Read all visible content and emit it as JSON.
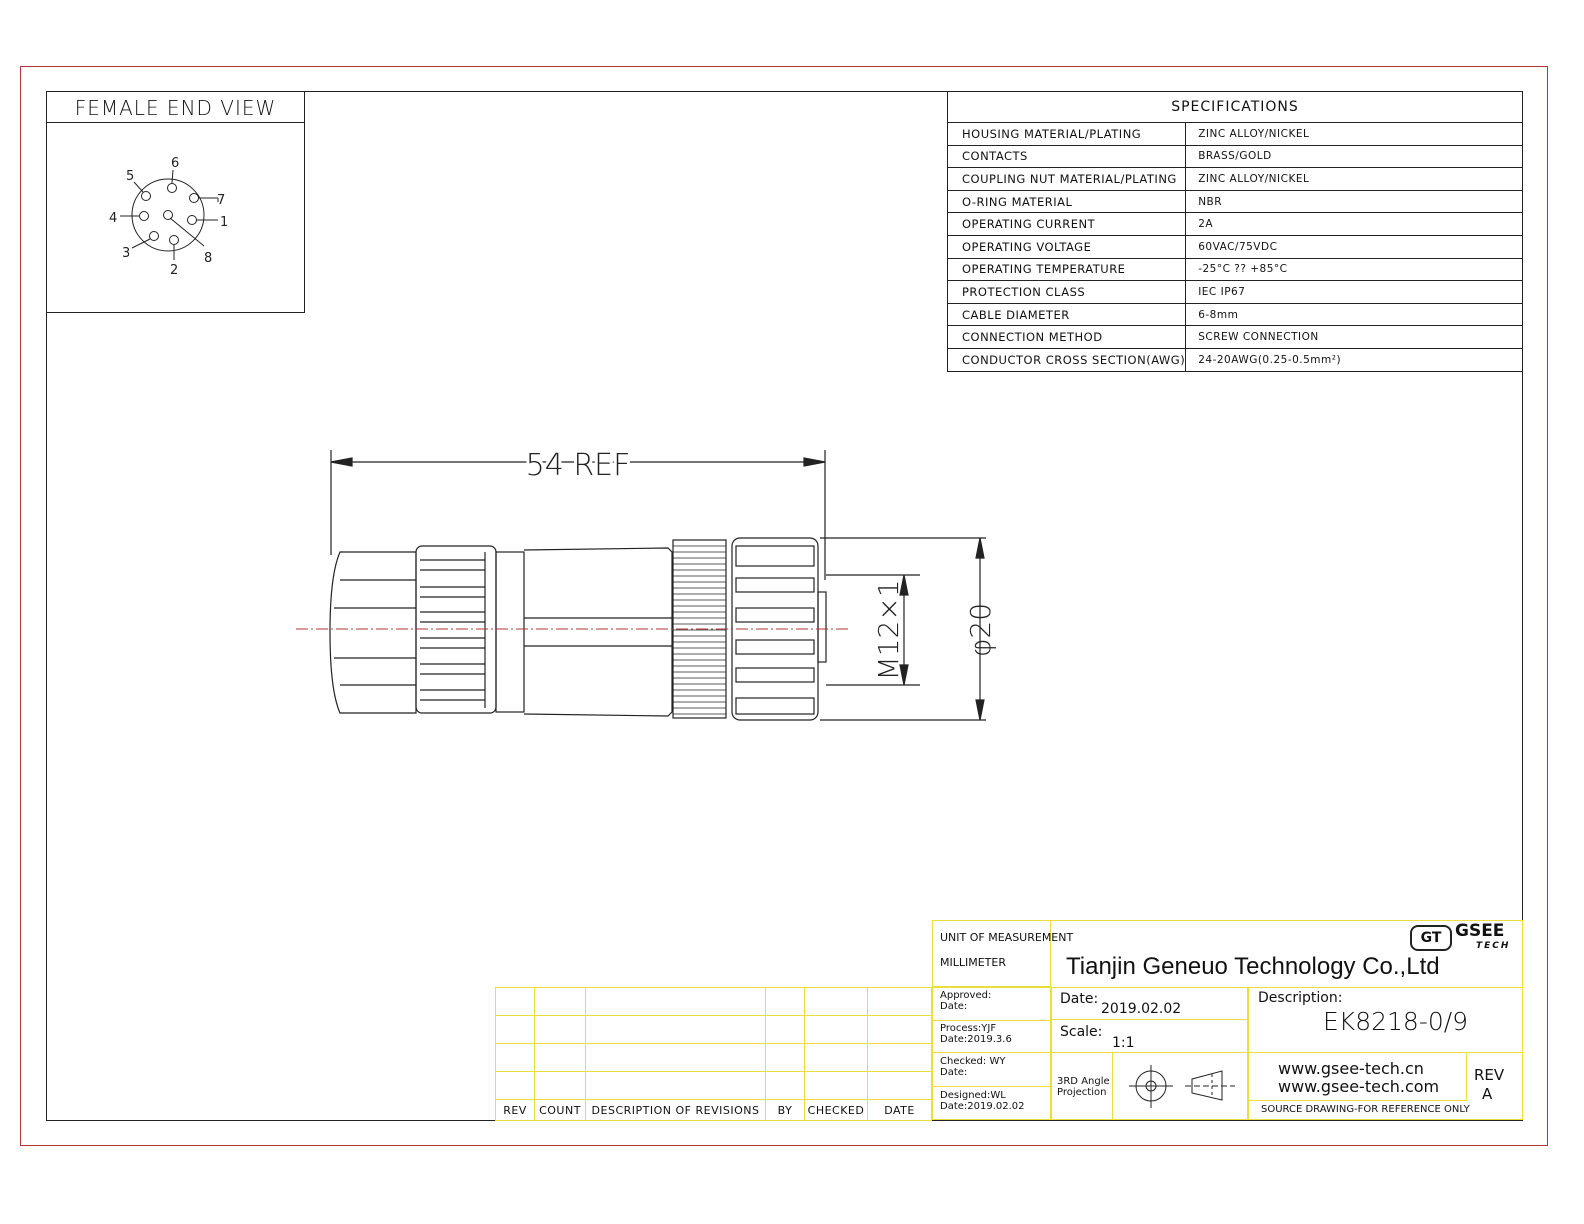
{
  "female_end_view": {
    "title": "FEMALE END VIEW",
    "pins": [
      "1",
      "2",
      "3",
      "4",
      "5",
      "6",
      "7",
      "8"
    ]
  },
  "specifications": {
    "title": "SPECIFICATIONS",
    "rows": [
      {
        "label": "HOUSING MATERIAL/PLATING",
        "value": "ZINC ALLOY/NICKEL"
      },
      {
        "label": "CONTACTS",
        "value": "BRASS/GOLD"
      },
      {
        "label": "COUPLING NUT MATERIAL/PLATING",
        "value": "ZINC ALLOY/NICKEL"
      },
      {
        "label": "O-RING MATERIAL",
        "value": "NBR"
      },
      {
        "label": "OPERATING CURRENT",
        "value": "2A"
      },
      {
        "label": "OPERATING VOLTAGE",
        "value": "60VAC/75VDC"
      },
      {
        "label": "OPERATING TEMPERATURE",
        "value": "-25°C ?? +85°C"
      },
      {
        "label": "PROTECTION CLASS",
        "value": "IEC  IP67"
      },
      {
        "label": "CABLE  DIAMETER",
        "value": "6-8mm"
      },
      {
        "label": "CONNECTION  METHOD",
        "value": "SCREW  CONNECTION"
      },
      {
        "label": "CONDUCTOR  CROSS  SECTION(AWG)",
        "value": "24-20AWG(0.25-0.5mm²)"
      }
    ]
  },
  "dimensions": {
    "length": "54 REF",
    "thread": "M12×1",
    "diameter": "φ20"
  },
  "revisions": {
    "headers": [
      "REV",
      "COUNT",
      "DESCRIPTION  OF  REVISIONS",
      "BY",
      "CHECKED",
      "DATE"
    ]
  },
  "title_block": {
    "unit_label": "UNIT OF MEASUREMENT",
    "unit_value": "MILLIMETER",
    "logo_letters": "GT",
    "logo_name": "GSEE",
    "logo_sub": "TECH",
    "company": "Tianjin Geneuo Technology Co.,Ltd",
    "approved": "Approved:",
    "approved_date": "Date:",
    "process": "Process:YJF",
    "process_date": "Date:2019.3.6",
    "checked": "Checked: WY",
    "checked_date": "Date:",
    "designed": "Designed:WL",
    "designed_date": "Date:2019.02.02",
    "date_label": "Date:",
    "date_value": "2019.02.02",
    "scale_label": "Scale:",
    "scale_value": "1:1",
    "projection_line1": "3RD Angle",
    "projection_line2": "Projection",
    "description_label": "Description:",
    "part_number": "EK8218-0/9",
    "website1": "www.gsee-tech.cn",
    "website2": "www.gsee-tech.com",
    "source_note": "SOURCE DRAWING-FOR REFERENCE ONLY",
    "rev_label": "REV",
    "rev_value": "A"
  }
}
